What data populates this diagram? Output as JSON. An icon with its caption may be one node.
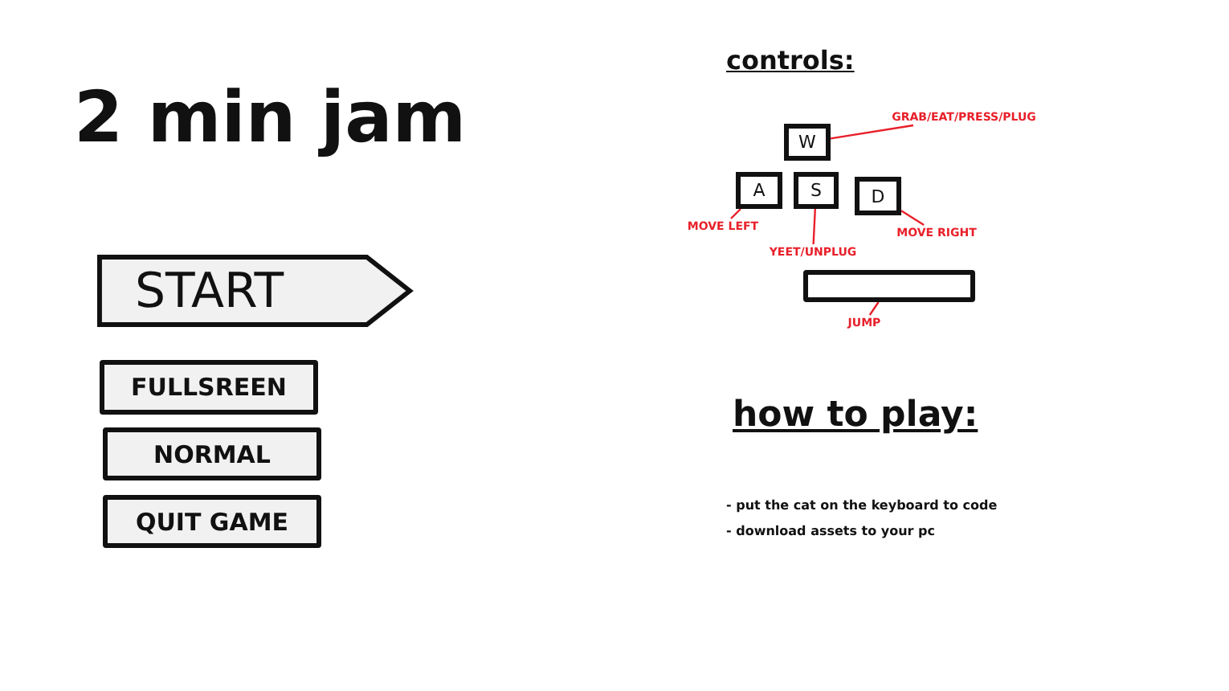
{
  "diagram": {
    "title": "2 min jam",
    "nodes": [
      {
        "text": [
          "START"
        ]
      },
      {
        "text": [
          "FULLSREEN"
        ]
      },
      {
        "text": [
          "NORMAL"
        ]
      },
      {
        "text": [
          "QUIT GAME"
        ]
      },
      {
        "text": [
          "W"
        ]
      },
      {
        "text": [
          "A"
        ]
      },
      {
        "text": [
          "S"
        ]
      },
      {
        "text": [
          "D"
        ]
      },
      {
        "text": [],
        "shape": "box"
      },
      {
        "text": [
          "GRAB/EAT/PRESS/PLUG"
        ]
      },
      {
        "text": [
          "MOVE LEFT"
        ]
      },
      {
        "text": [
          "YEET/UNPLUG"
        ]
      },
      {
        "text": [
          "MOVE RIGHT"
        ]
      },
      {
        "text": [
          "JUMP"
        ]
      }
    ],
    "edges": [
      {
        "from": 9,
        "to": 4,
        "arrow": "none"
      },
      {
        "from": 10,
        "to": 5,
        "arrow": "none"
      },
      {
        "from": 11,
        "to": 6,
        "arrow": "none"
      },
      {
        "from": 12,
        "to": 7,
        "arrow": "none"
      },
      {
        "from": 13,
        "to": 8,
        "arrow": "none"
      }
    ],
    "labels": [
      "controls:",
      "how to play:",
      "- put the cat on the keyboard to code",
      "- download assets to your pc"
    ]
  }
}
